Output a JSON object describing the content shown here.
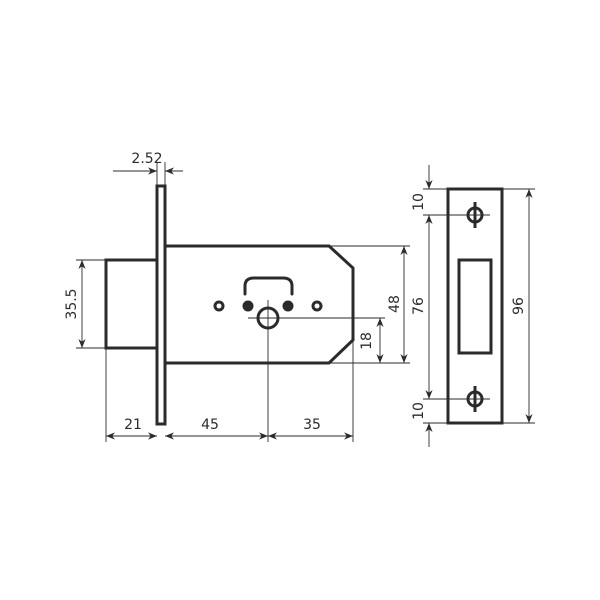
{
  "title": "Mortise lock dimension drawing",
  "colors": {
    "line": "#2b2b2b",
    "background": "#ffffff"
  },
  "lock_dimensions": {
    "faceplate_thickness": "2.52",
    "bolt_height": "35.5",
    "bolt_projection": "21",
    "backset": "45",
    "cylinder_to_back": "35",
    "body_height": "48",
    "cylinder_to_bottom": "18"
  },
  "strike_dimensions": {
    "top_margin": "10",
    "hole_spacing": "76",
    "bottom_margin": "10",
    "total_height": "96"
  }
}
